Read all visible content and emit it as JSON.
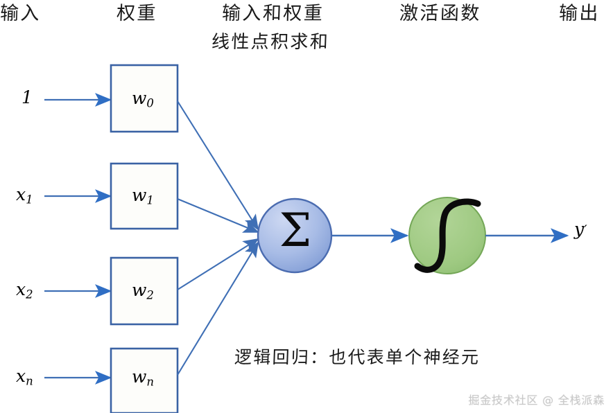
{
  "headers": {
    "input": "输入",
    "weights": "权重",
    "dot_line1": "输入和权重",
    "dot_line2": "线性点积求和",
    "activation": "激活函数",
    "output": "输出"
  },
  "inputs": [
    {
      "label": "1",
      "sub": ""
    },
    {
      "label": "x",
      "sub": "1"
    },
    {
      "label": "x",
      "sub": "2"
    },
    {
      "label": "x",
      "sub": "n"
    }
  ],
  "weights": [
    {
      "label": "w",
      "sub": "0"
    },
    {
      "label": "w",
      "sub": "1"
    },
    {
      "label": "w",
      "sub": "2"
    },
    {
      "label": "w",
      "sub": "n"
    }
  ],
  "nodes": {
    "sum_symbol": "Σ",
    "activation_symbol": "∫"
  },
  "output": {
    "label": "y",
    "prime": "′"
  },
  "caption": "逻辑回归：也代表单个神经元",
  "watermark": "掘金技术社区 @ 全栈派森",
  "colors": {
    "line": "#3f6fb5",
    "box_border": "#3a62a4",
    "box_fill": "#fdfdfa",
    "sum_fill_light": "#c3d0ee",
    "sum_fill_dark": "#7e9ad4",
    "sum_stroke": "#4b6cb0",
    "act_fill": "#9ec981",
    "act_stroke": "#5f8f44",
    "text": "#1a1a1a",
    "watermark": "#c9c9c9"
  }
}
